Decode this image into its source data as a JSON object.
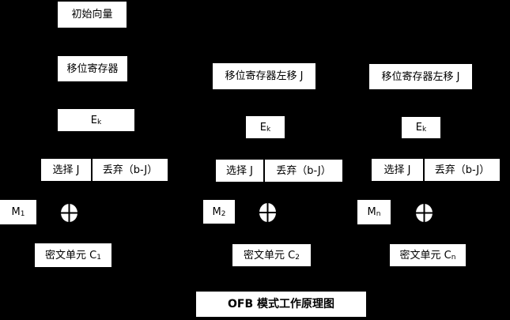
{
  "diagram": {
    "title": "OFB 模式工作原理图",
    "colors": {
      "background": "#000000",
      "box_background": "#ffffff",
      "box_text": "#000000",
      "xor_fill": "#ffffff",
      "xor_cross": "#000000"
    },
    "icons": {
      "xor": "circle-plus"
    },
    "columns": [
      {
        "initial_vector": "初始向量",
        "shift_register": "移位寄存器",
        "encryption": {
          "base": "E",
          "sub": "k"
        },
        "select": "选择 J",
        "discard": "丢弃（b-J）",
        "message": {
          "base": "M",
          "sub": "1"
        },
        "ciphertext": {
          "base": "密文单元 C",
          "sub": "1"
        }
      },
      {
        "shift_register": "移位寄存器左移 J",
        "encryption": {
          "base": "E",
          "sub": "k"
        },
        "select": "选择 J",
        "discard": "丢弃（b-J）",
        "message": {
          "base": "M",
          "sub": "2"
        },
        "ciphertext": {
          "base": "密文单元 C",
          "sub": "2"
        }
      },
      {
        "shift_register": "移位寄存器左移 J",
        "encryption": {
          "base": "E",
          "sub": "k"
        },
        "select": "选择 J",
        "discard": "丢弃（b-J）",
        "message": {
          "base": "M",
          "sub": "n"
        },
        "ciphertext": {
          "base": "密文单元 C",
          "sub": "n"
        }
      }
    ]
  }
}
